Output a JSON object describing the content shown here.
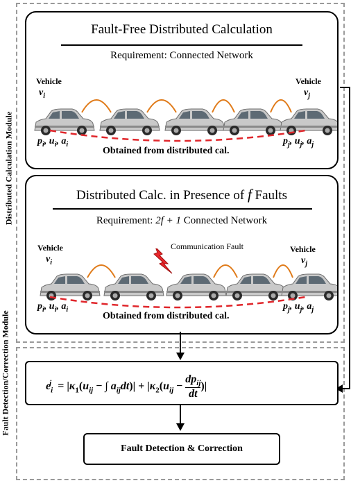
{
  "modules": {
    "top_label": "Distributed Calculation Module",
    "bottom_label": "Fault Detection/Correction Module"
  },
  "panel1": {
    "title": "Fault-Free Distributed Calculation",
    "requirement": "Requirement: Connected Network",
    "left_vehicle_label": "Vehicle",
    "left_vehicle_var": "v",
    "left_vehicle_sub": "i",
    "right_vehicle_label": "Vehicle",
    "right_vehicle_var": "v",
    "right_vehicle_sub": "j",
    "left_params": "p",
    "right_params": "p",
    "obtained_text": "Obtained from distributed cal."
  },
  "panel2": {
    "title_prefix": "Distributed Calc. in Presence of",
    "title_var": "f",
    "title_suffix": "Faults",
    "requirement_prefix": "Requirement:",
    "requirement_expr": "2f + 1",
    "requirement_suffix": "Connected Network",
    "left_vehicle_label": "Vehicle",
    "right_vehicle_label": "Vehicle",
    "fault_label": "Communication Fault",
    "obtained_text": "Obtained from distributed cal."
  },
  "equation": {
    "lhs": "e",
    "rhs_text": "= |κ₁(u_ij − ∫ a_ij dt)| + |κ₂(u_ij − dp_ij/dt)|"
  },
  "result_box": {
    "label": "Fault Detection & Correction"
  },
  "colors": {
    "link": "#e07b1a",
    "estimate": "#e0262b",
    "dashed_border": "#9a9a9a",
    "fault_bolt": "#e8262b"
  }
}
